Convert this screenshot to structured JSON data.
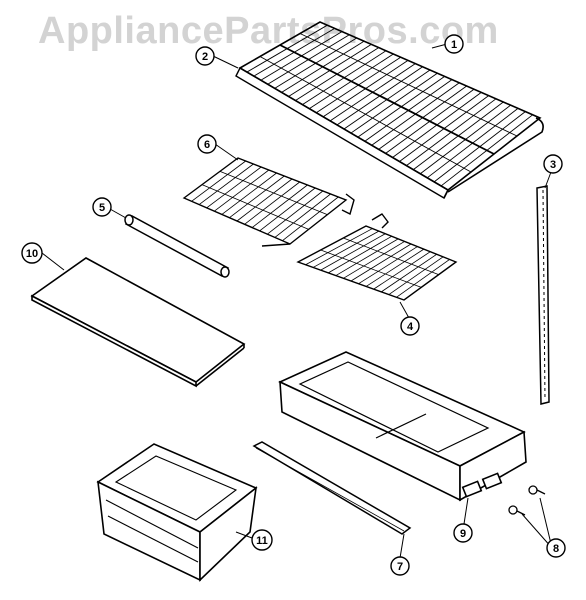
{
  "watermark": "AppliancePartsPros.com",
  "callouts": [
    {
      "id": "1",
      "part": "main-wire-shelf"
    },
    {
      "id": "2",
      "part": "main-wire-shelf-front-trim"
    },
    {
      "id": "3",
      "part": "shelf-support-rail"
    },
    {
      "id": "4",
      "part": "small-wire-shelf-right"
    },
    {
      "id": "5",
      "part": "roller-bar"
    },
    {
      "id": "6",
      "part": "small-wire-shelf-left"
    },
    {
      "id": "7",
      "part": "crisper-slide-rail"
    },
    {
      "id": "8",
      "part": "screws"
    },
    {
      "id": "9",
      "part": "crisper-cover-frame"
    },
    {
      "id": "10",
      "part": "glass-shelf-panel"
    },
    {
      "id": "11",
      "part": "crisper-drawer"
    }
  ],
  "colors": {
    "line": "#000000",
    "watermark": "#d3d3d3",
    "background": "#ffffff"
  }
}
